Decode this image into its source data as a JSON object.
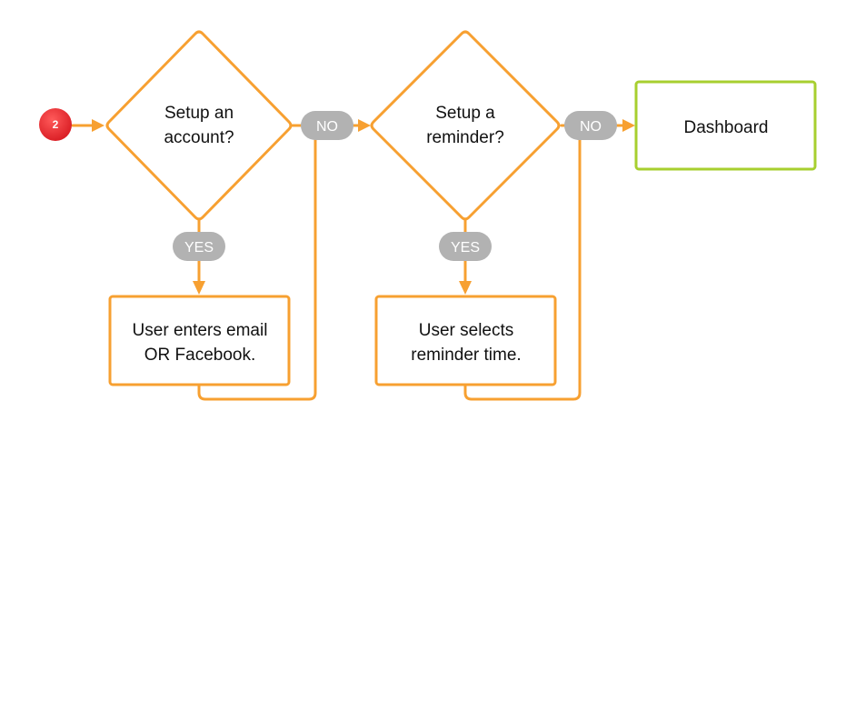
{
  "diagram": {
    "step_badge": "2",
    "decision_account": {
      "line1": "Setup an",
      "line2": "account?"
    },
    "decision_reminder": {
      "line1": "Setup a",
      "line2": "reminder?"
    },
    "process_email": {
      "line1": "User enters email",
      "line2": "OR Facebook."
    },
    "process_reminder": {
      "line1": "User selects",
      "line2": "reminder time."
    },
    "terminal_dashboard": "Dashboard",
    "labels": {
      "no": "NO",
      "yes": "YES"
    }
  },
  "colors": {
    "flow_orange": "#f7a031",
    "label_gray": "#b2b2b2",
    "badge_red": "#e8282f",
    "terminal_green": "#a7cf2f",
    "text": "#111111"
  }
}
